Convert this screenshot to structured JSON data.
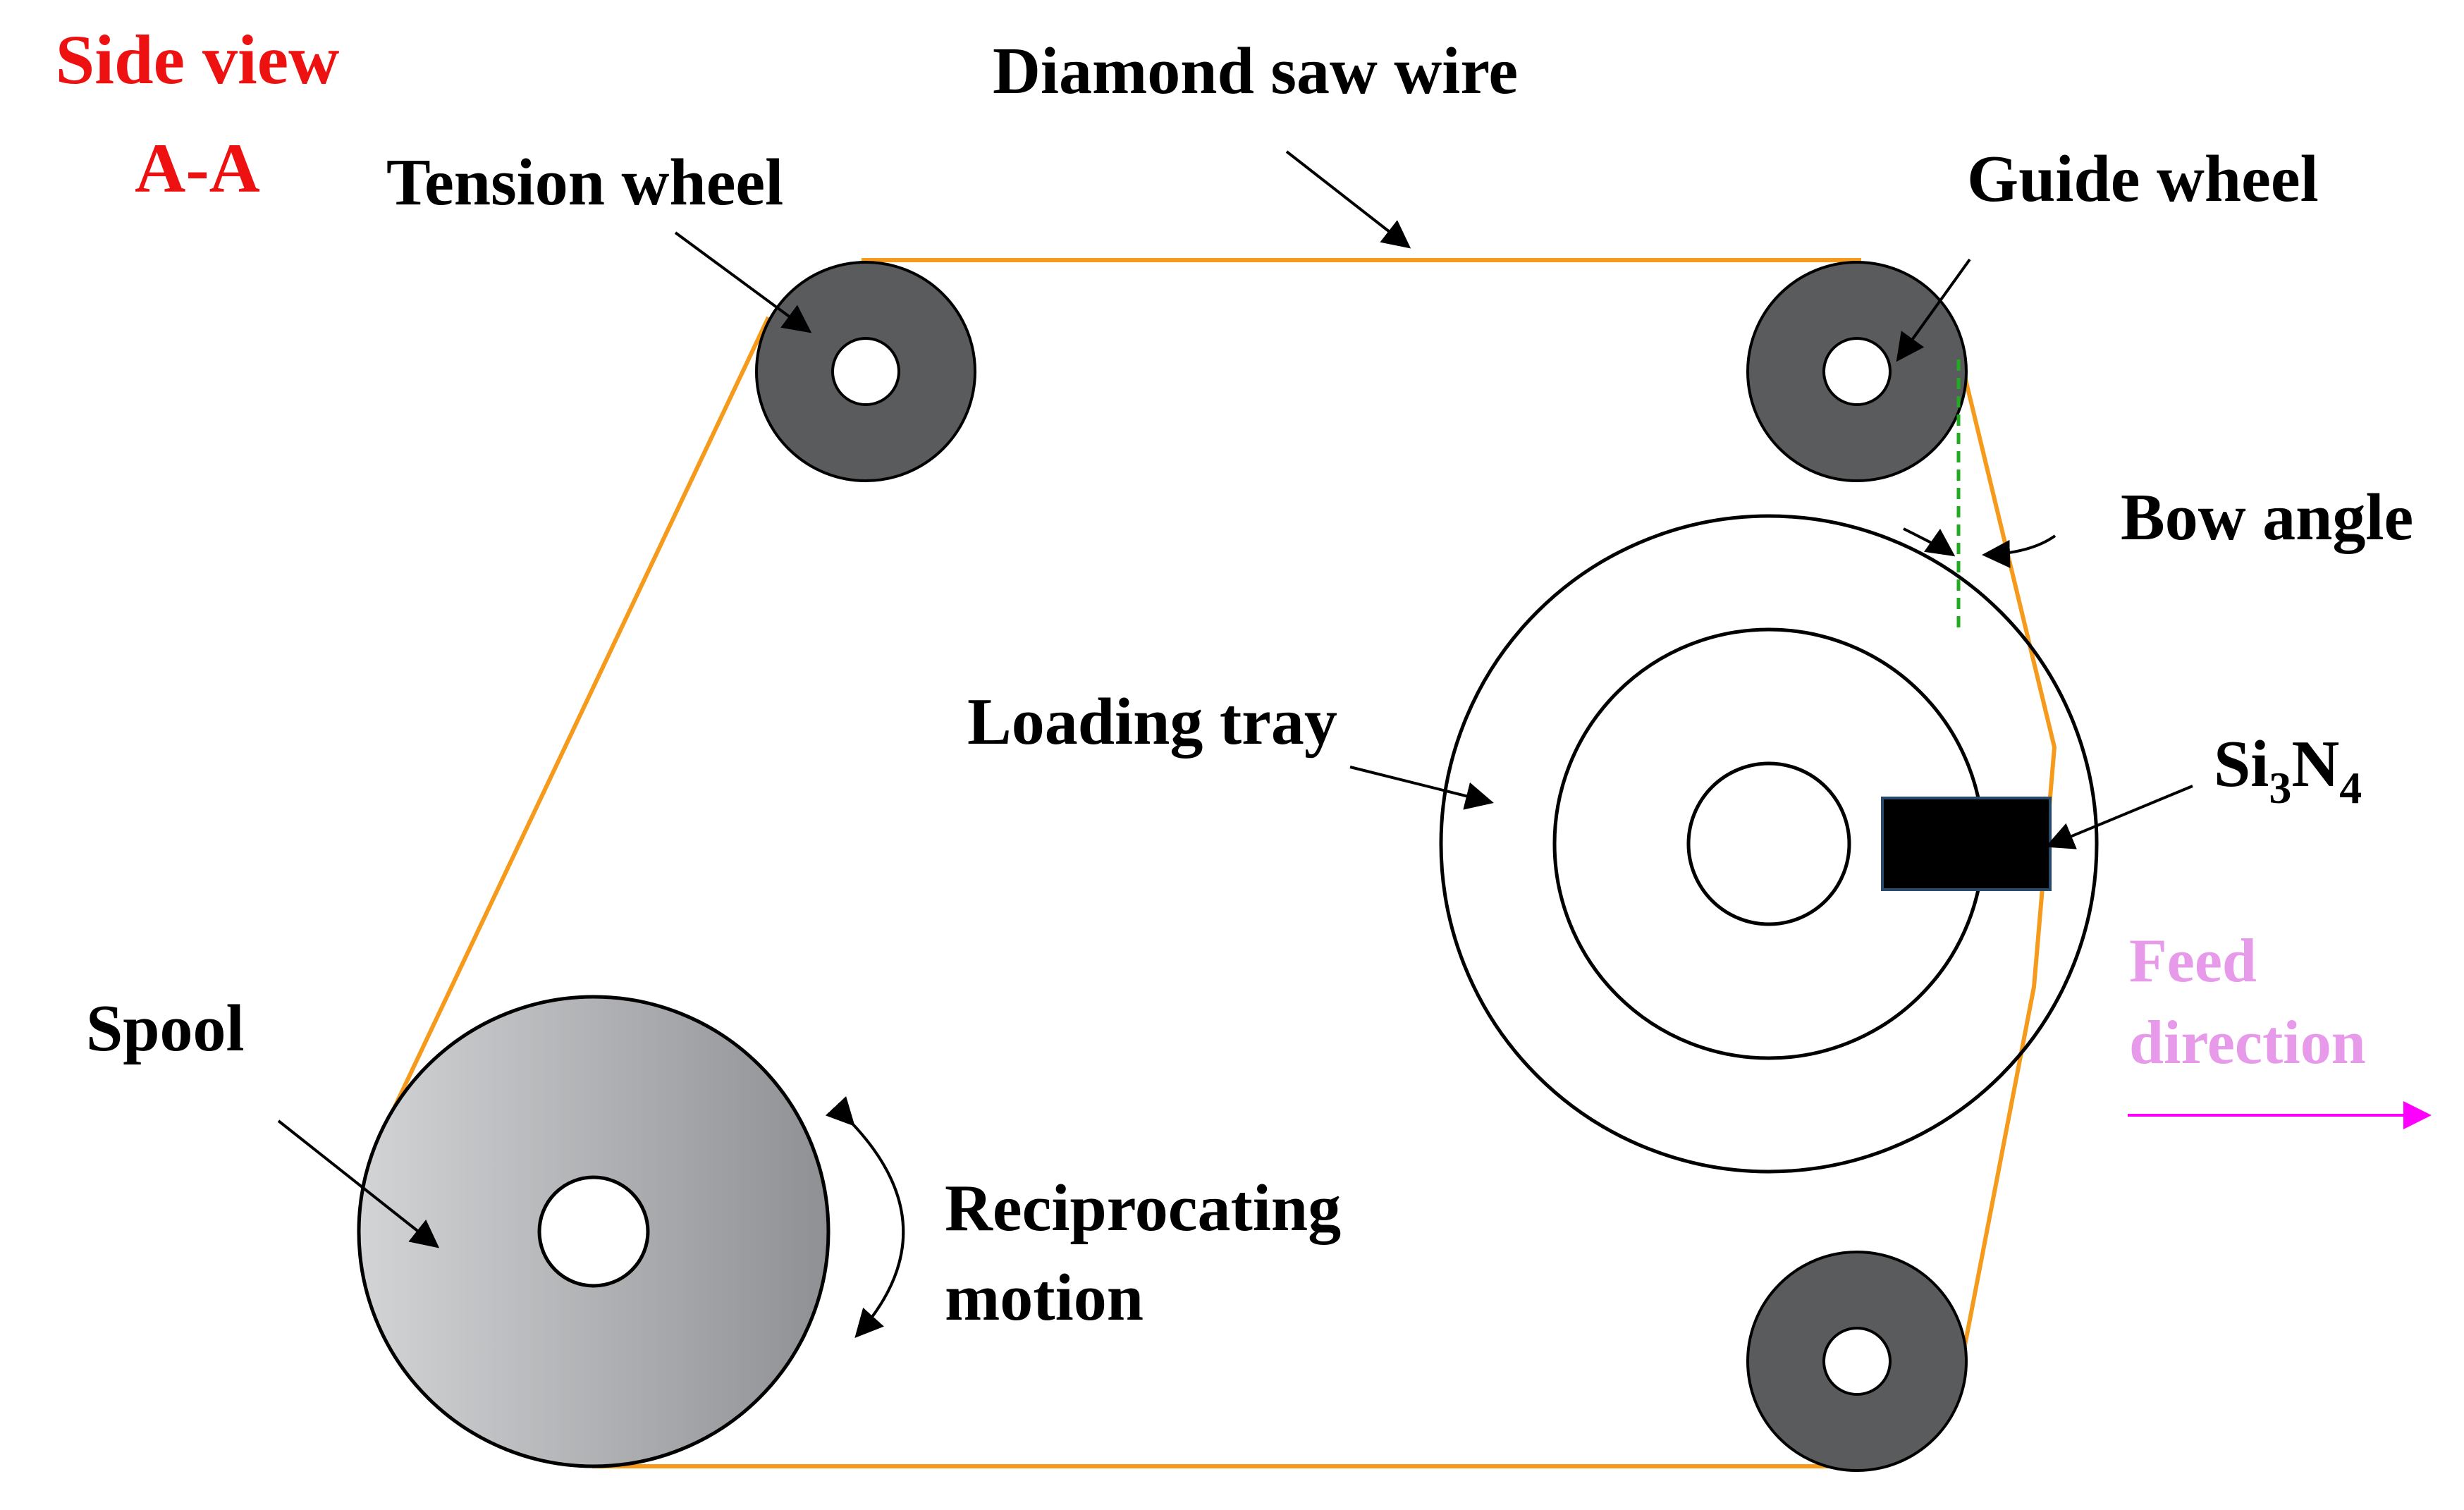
{
  "title": {
    "line1": "Side view",
    "line2": "A-A"
  },
  "labels": {
    "wire": "Diamond saw wire",
    "tension_wheel": "Tension wheel",
    "guide_wheel": "Guide wheel",
    "bow_angle": "Bow angle",
    "loading_tray": "Loading tray",
    "workpiece_main": "Si",
    "workpiece_sub1": "3",
    "workpiece_mid": "N",
    "workpiece_sub2": "4",
    "spool": "Spool",
    "reciprocating_line1": "Reciprocating",
    "reciprocating_line2": "motion",
    "feed_line1": "Feed",
    "feed_line2": "direction"
  },
  "colors": {
    "wire": "#f59a1b",
    "wheel_fill": "#595b5c",
    "spool_gradient_start": "#d2d4d6",
    "spool_gradient_end": "#8e9093",
    "workpiece": "#000000",
    "title": "#ee1111",
    "feed_text": "#e79ae9",
    "feed_arrow": "#ff00ff",
    "bow_reference": "#22aa22"
  }
}
